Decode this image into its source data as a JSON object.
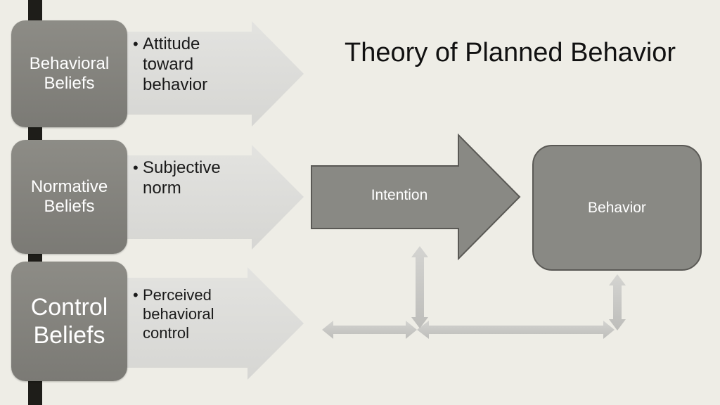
{
  "title": "Theory of Planned Behavior",
  "beliefs": [
    {
      "label": "Behavioral\nBeliefs",
      "bullet": "Attitude\ntoward\nbehavior"
    },
    {
      "label": "Normative\nBeliefs",
      "bullet": "Subjective\nnorm"
    },
    {
      "label": "Control\nBeliefs",
      "bullet": "Perceived\nbehavioral\ncontrol"
    }
  ],
  "intention": {
    "label": "Intention"
  },
  "behavior": {
    "label": "Behavior"
  },
  "colors": {
    "background": "#eeede6",
    "box_fill": "#898984",
    "light_arrow": "#dcdcd9",
    "connector_arrow": "#c9c9c6",
    "vertical_bar": "#1e1d19"
  }
}
